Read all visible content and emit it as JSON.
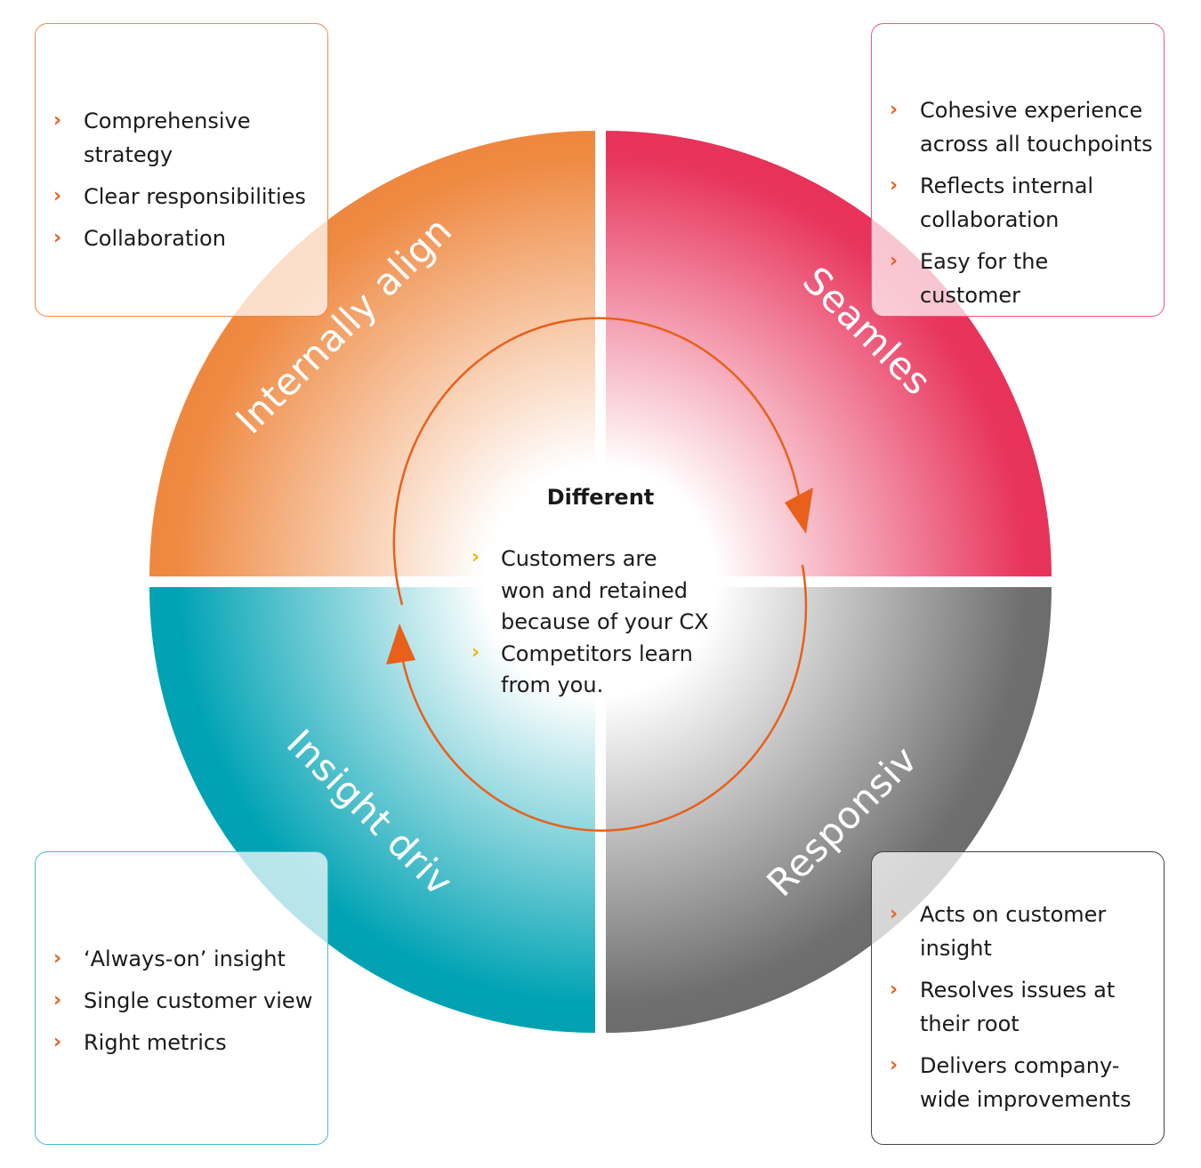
{
  "colors": {
    "orange": "#ef8a43",
    "red": "#e8355c",
    "teal": "#00a3b4",
    "gray": "#6f6f6f",
    "arrow": "#e8601c",
    "bullet_orange": "#e8601c",
    "bullet_yellow": "#f0b400"
  },
  "quadrants": [
    {
      "id": "top-left",
      "label": "Internally aligned",
      "color": "orange"
    },
    {
      "id": "top-right",
      "label": "Seamless",
      "color": "red"
    },
    {
      "id": "bottom-left",
      "label": "Insight driven",
      "color": "teal"
    },
    {
      "id": "bottom-right",
      "label": "Responsive",
      "color": "gray"
    }
  ],
  "center": {
    "title": "Different",
    "bullets": [
      [
        "Customers are",
        "won and retained",
        "because of your CX"
      ],
      [
        "Competitors learn",
        "from you."
      ]
    ]
  },
  "boxes": {
    "top_left": {
      "items": [
        "Comprehensive strategy",
        "Clear responsibilities",
        "Collaboration"
      ]
    },
    "top_right": {
      "items": [
        "Cohesive experience across all touchpoints",
        "Reflects internal collaboration",
        "Easy for the customer"
      ]
    },
    "bottom_left": {
      "items": [
        "‘Always-on’ insight",
        "Single customer view",
        "Right metrics"
      ]
    },
    "bottom_right": {
      "items": [
        "Acts on customer insight",
        "Resolves issues at their root",
        "Delivers company-wide improvements"
      ]
    }
  },
  "icons": {
    "bullet": "chevron-right-icon",
    "cycle": "clockwise-cycle-arrow-icon"
  }
}
